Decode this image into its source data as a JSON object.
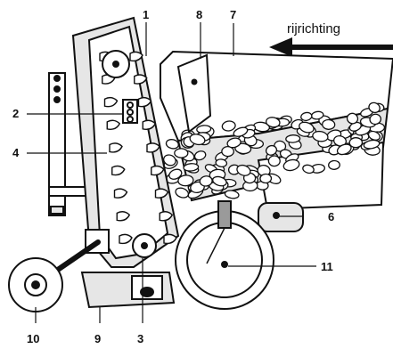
{
  "diagram": {
    "direction_label": "rijrichting",
    "callouts": [
      {
        "id": "c1",
        "text": "1"
      },
      {
        "id": "c2",
        "text": "2"
      },
      {
        "id": "c3",
        "text": "3"
      },
      {
        "id": "c4",
        "text": "4"
      },
      {
        "id": "c6",
        "text": "6"
      },
      {
        "id": "c7",
        "text": "7"
      },
      {
        "id": "c8",
        "text": "8"
      },
      {
        "id": "c9",
        "text": "9"
      },
      {
        "id": "c10",
        "text": "10"
      },
      {
        "id": "c11",
        "text": "11"
      }
    ],
    "colors": {
      "stroke": "#111111",
      "fill_light": "#ffffff",
      "fill_shade": "#e6e6e6",
      "fill_dark": "#9a9a9a"
    }
  }
}
